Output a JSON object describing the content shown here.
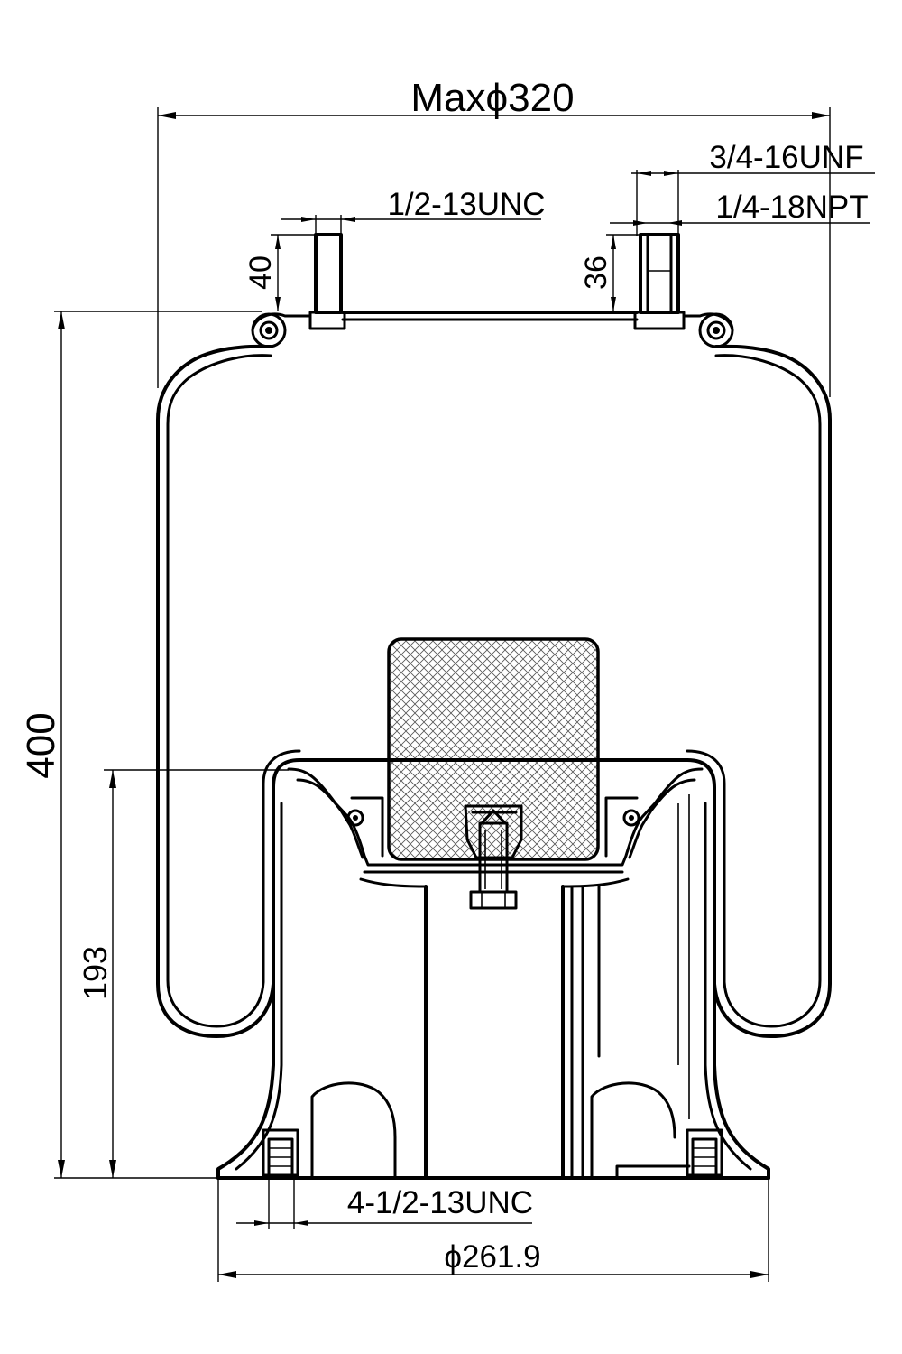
{
  "drawing": {
    "max_diameter": "Maxϕ320",
    "top_thread_left": "1/2-13UNC",
    "top_thread_right": "3/4-16UNF",
    "air_fitting": "1/4-18NPT",
    "stud_height_left": "40",
    "stud_height_right": "36",
    "overall_height": "400",
    "piston_height": "193",
    "bottom_threads": "4-1/2-13UNC",
    "piston_diameter": "ϕ261.9"
  }
}
